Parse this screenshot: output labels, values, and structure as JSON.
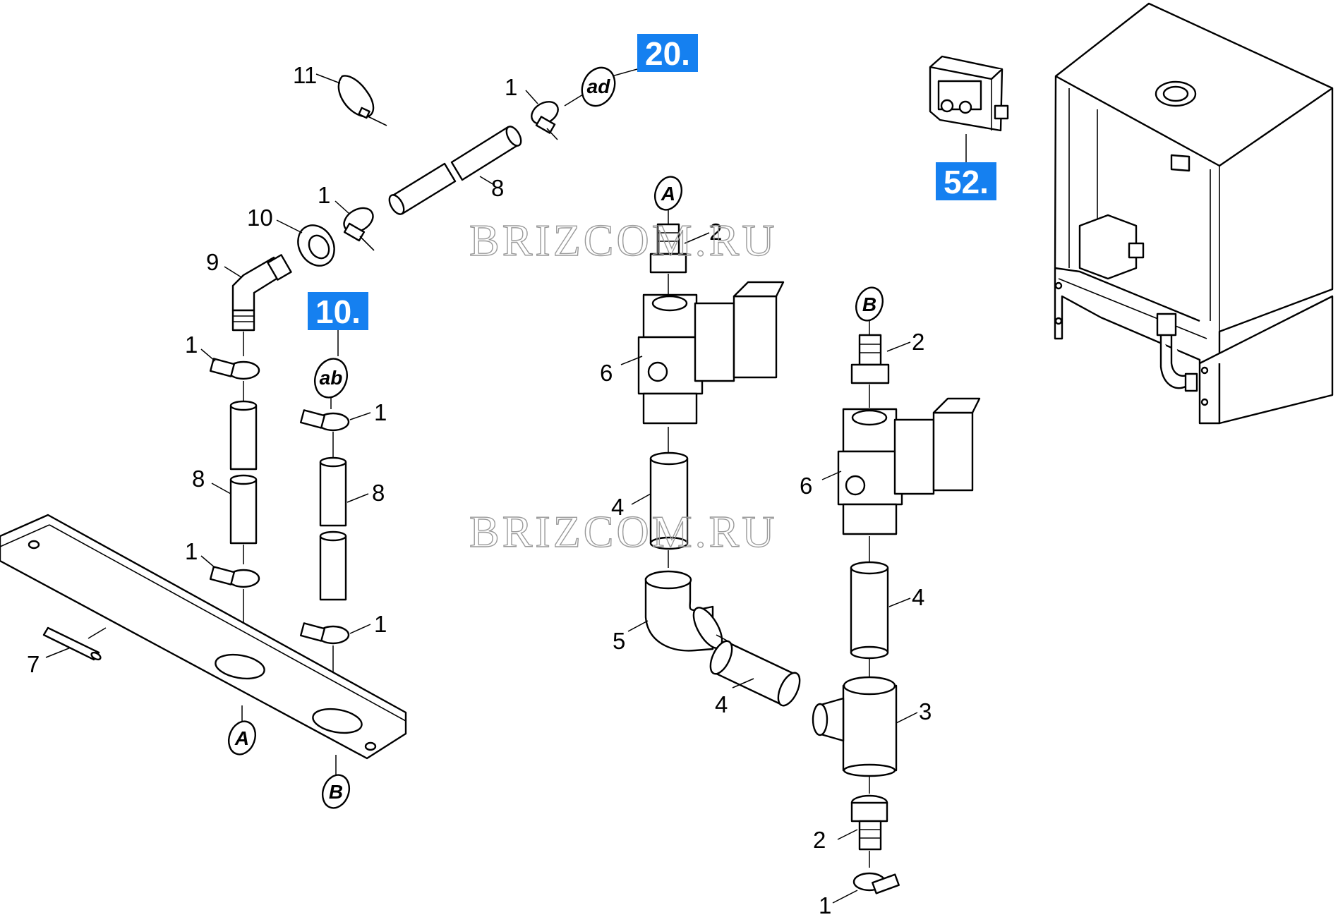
{
  "watermark": "BRIZCOM.RU",
  "section_tags": [
    "20.",
    "10.",
    "52."
  ],
  "callout_letters": [
    "ad",
    "ab",
    "A",
    "B"
  ],
  "part_numbers": [
    "1",
    "2",
    "3",
    "4",
    "5",
    "6",
    "7",
    "8",
    "9",
    "10",
    "11"
  ],
  "colors": {
    "tag_background": "#1580f0",
    "tag_text": "#ffffff",
    "line": "#000000",
    "watermark": "#9a9a9a"
  }
}
